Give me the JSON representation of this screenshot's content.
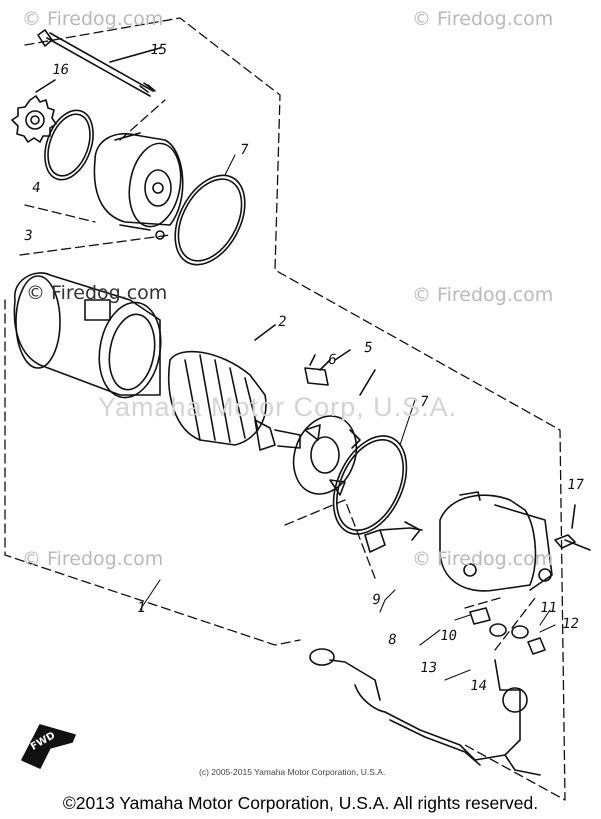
{
  "watermarks": {
    "top_left": "© Firedog.com",
    "top_right": "© Firedog.com",
    "mid_left": "© Firedog.com",
    "mid_right": "© Firedog.com",
    "low_left": "© Firedog.com",
    "low_right": "© Firedog.com",
    "center": "Yamaha Motor Corp, U.S.A."
  },
  "part_numbers": {
    "p1": "1",
    "p2": "2",
    "p3": "3",
    "p4": "4",
    "p5": "5",
    "p6": "6",
    "p7a": "7",
    "p7b": "7",
    "p8": "8",
    "p9": "9",
    "p10": "10",
    "p11": "11",
    "p12": "12",
    "p13": "13",
    "p14": "14",
    "p15": "15",
    "p16": "16",
    "p17": "17"
  },
  "fwd_label": "FWD",
  "small_copyright": "(c) 2005-2015 Yamaha Motor Corporation, U.S.A.",
  "footer": "©2013 Yamaha Motor Corporation, U.S.A. All rights reserved.",
  "colors": {
    "line": "#111111",
    "watermark": "#b9b9b9",
    "background": "#ffffff"
  }
}
